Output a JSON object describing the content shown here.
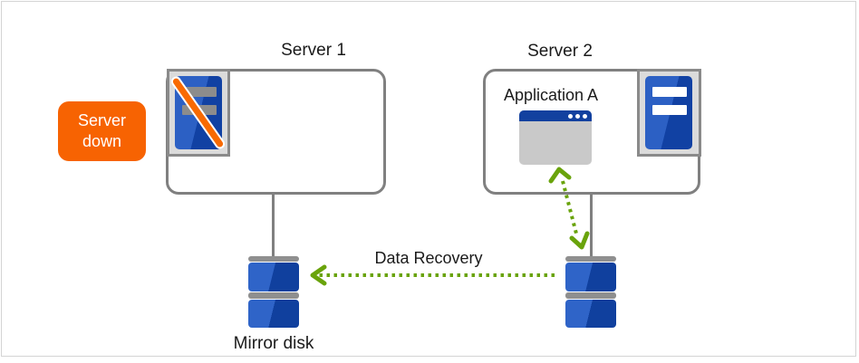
{
  "server1": {
    "label": "Server 1",
    "status": "down"
  },
  "server2": {
    "label": "Server 2",
    "status": "active",
    "application_label": "Application A"
  },
  "badge": {
    "line1": "Server",
    "line2": "down"
  },
  "mirror_disk": {
    "label": "Mirror disk"
  },
  "data_recovery": {
    "label": "Data Recovery"
  },
  "colors": {
    "accent_orange": "#f76302",
    "arrow_green": "#69a30b",
    "disk_blue_light": "#2f64c8",
    "disk_blue_dark": "#10409e",
    "server_blue_light": "#2c60c4",
    "server_blue_dark": "#1141a3",
    "window_titlebar_blue": "#12419f",
    "box_border_gray": "#808080",
    "frame_gray": "#d4d4d4"
  }
}
